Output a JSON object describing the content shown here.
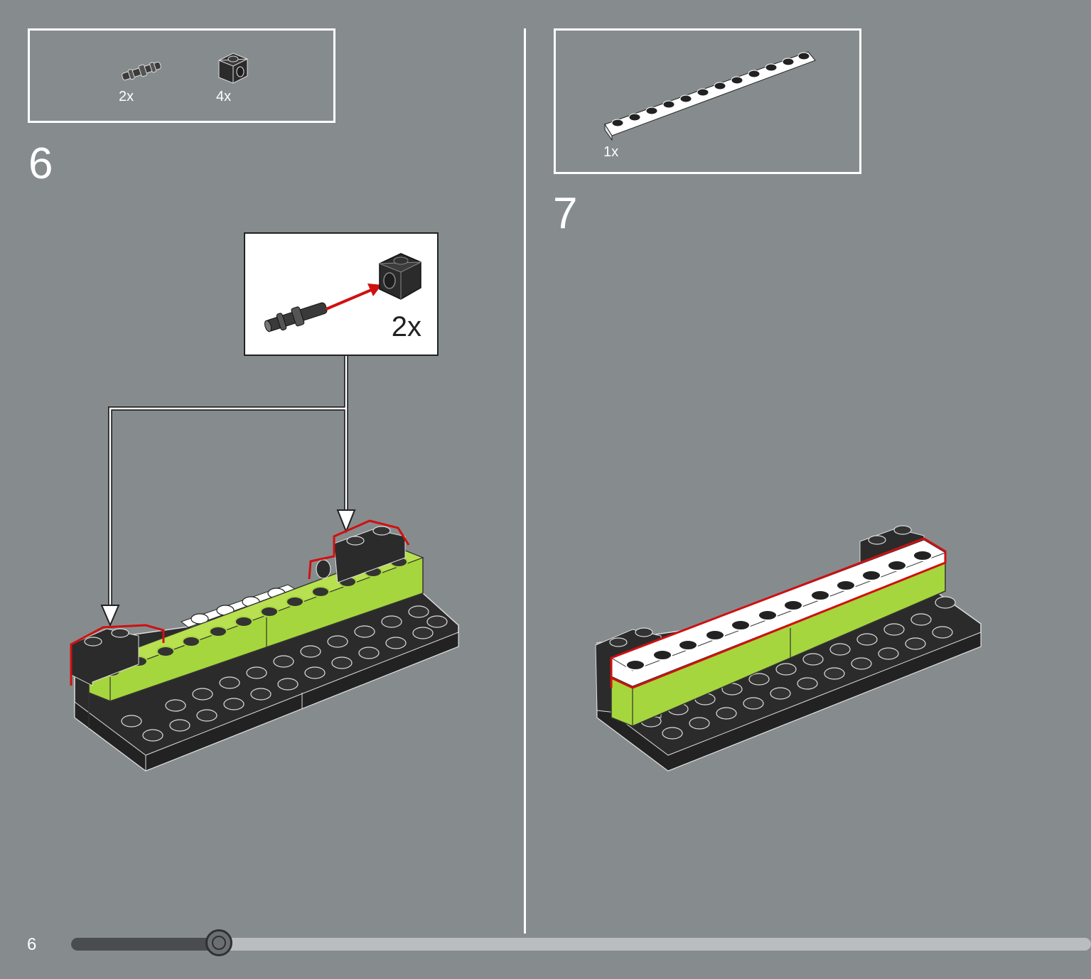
{
  "step6": {
    "number": "6",
    "parts": [
      {
        "icon": "axle-pin-icon",
        "qty": "2x"
      },
      {
        "icon": "technic-brick-1x1-icon",
        "qty": "4x"
      }
    ],
    "subassembly_qty": "2x"
  },
  "step7": {
    "number": "7",
    "parts": [
      {
        "icon": "plate-1x12-icon",
        "qty": "1x"
      }
    ]
  },
  "footer": {
    "page_number": "6",
    "progress_fraction": 0.15
  },
  "colors": {
    "background": "#868c8e",
    "brick_black": "#2b2b2b",
    "brick_lime": "#a6d63e",
    "brick_white": "#ffffff",
    "highlight_red": "#d01010"
  }
}
